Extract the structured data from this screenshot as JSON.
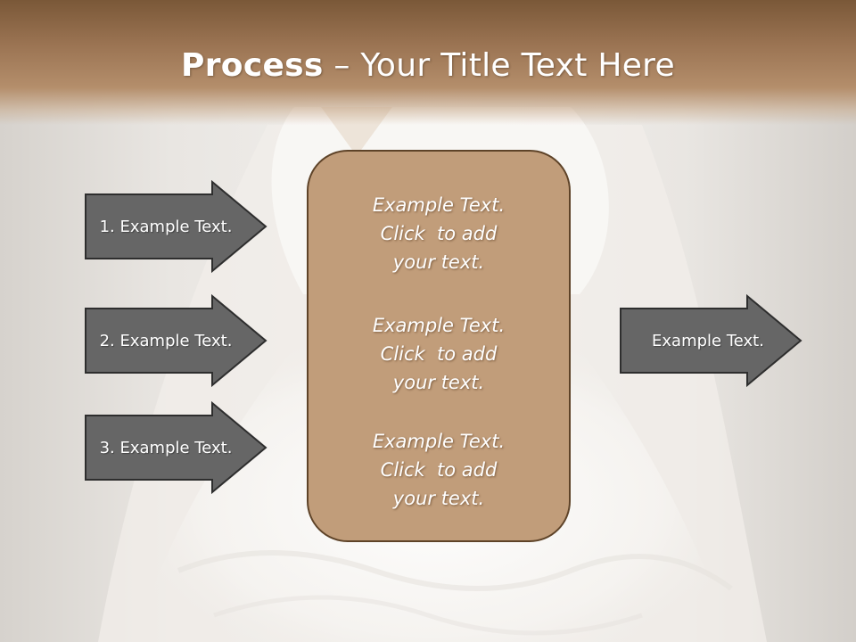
{
  "slide": {
    "title_bold": "Process",
    "title_rest": " – Your Title Text Here",
    "left_arrows": [
      {
        "label": "1. Example Text."
      },
      {
        "label": "2. Example Text."
      },
      {
        "label": "3. Example Text."
      }
    ],
    "right_arrow": {
      "label": "Example Text."
    },
    "center_blocks": [
      {
        "line1": "Example Text.",
        "line2": "Click  to add",
        "line3": "your text."
      },
      {
        "line1": "Example Text.",
        "line2": "Click  to add",
        "line3": "your text."
      },
      {
        "line1": "Example Text.",
        "line2": "Click  to add",
        "line3": "your text."
      }
    ]
  },
  "colors": {
    "title_band": "#9a7352",
    "arrow_fill": "#666666",
    "center_fill": "#c19d7a",
    "center_border": "#5e4328"
  }
}
